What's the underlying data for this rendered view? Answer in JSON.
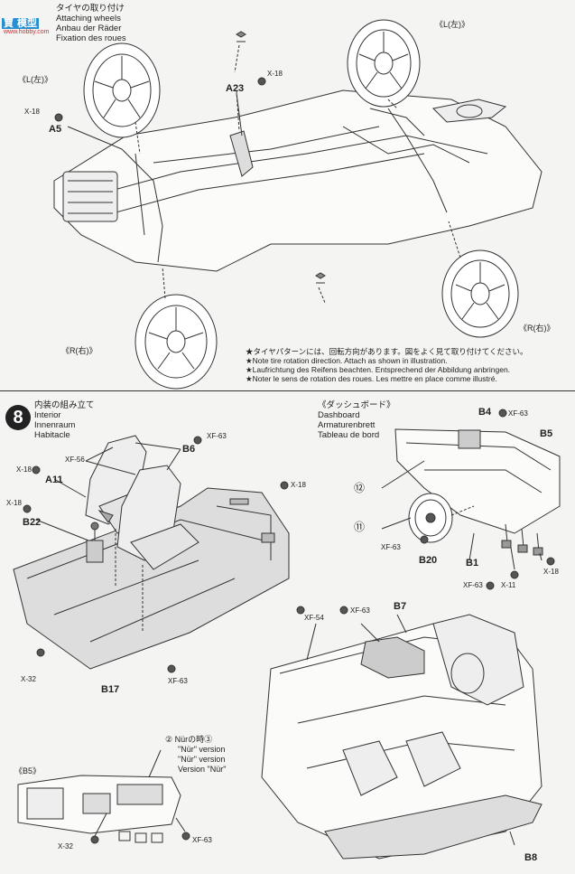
{
  "watermark": {
    "line1": "賈",
    "line2": "模型",
    "url": "www.hobby.com"
  },
  "step7": {
    "title_jp": "タイヤの取り付け",
    "title_en": "Attaching wheels",
    "title_de": "Anbau der Räder",
    "title_fr": "Fixation des roues",
    "labels": {
      "l_left_top": "《L(左)》",
      "l_right_top": "《L(左)》",
      "r_left_bottom": "《R(右)》",
      "r_right_bottom": "《R(右)》",
      "a5": "A5",
      "a23": "A23",
      "x18_a": "X-18",
      "x18_b": "X-18"
    },
    "notes": [
      "★タイヤパターンには、回転方向があります。図をよく見て取り付けてください。",
      "★Note tire rotation direction. Attach as shown in illustration.",
      "★Laufrichtung des Reifens beachten. Entsprechend der Abbildung anbringen.",
      "★Noter le sens de rotation des roues. Les mettre en place comme illustré."
    ]
  },
  "step8": {
    "number": "8",
    "title_jp": "内装の組み立て",
    "title_en": "Interior",
    "title_de": "Innenraum",
    "title_fr": "Habitacle",
    "parts": {
      "a11": "A11",
      "b22": "B22",
      "b6": "B6",
      "b17": "B17",
      "x18_1": "X-18",
      "x18_2": "X-18",
      "x18_3": "X-18",
      "xf56": "XF-56",
      "xf63_1": "XF-63",
      "xf63_2": "XF-63",
      "x32_1": "X-32"
    },
    "dashboard": {
      "title_jp": "《ダッシュボード》",
      "title_en": "Dashboard",
      "title_de": "Armaturenbrett",
      "title_fr": "Tableau de bord",
      "b4": "B4",
      "b5": "B5",
      "b20": "B20",
      "b1": "B1",
      "xf63_a": "XF-63",
      "xf63_b": "XF-63",
      "xf63_c": "XF-63",
      "x11": "X-11",
      "x18": "X-18",
      "marker12": "⑫",
      "marker11": "⑪"
    },
    "cabin": {
      "xf54": "XF-54",
      "xf63": "XF-63",
      "b7": "B7",
      "b8": "B8"
    },
    "nur": {
      "jp": "Nürの時",
      "marker2": "②",
      "marker3": "③",
      "en": "\"Nür\" version",
      "de": "\"Nür\" version",
      "fr": "Version \"Nür\""
    },
    "b5_inset": {
      "title": "《B5》",
      "x32": "X-32",
      "xf63": "XF-63"
    }
  }
}
